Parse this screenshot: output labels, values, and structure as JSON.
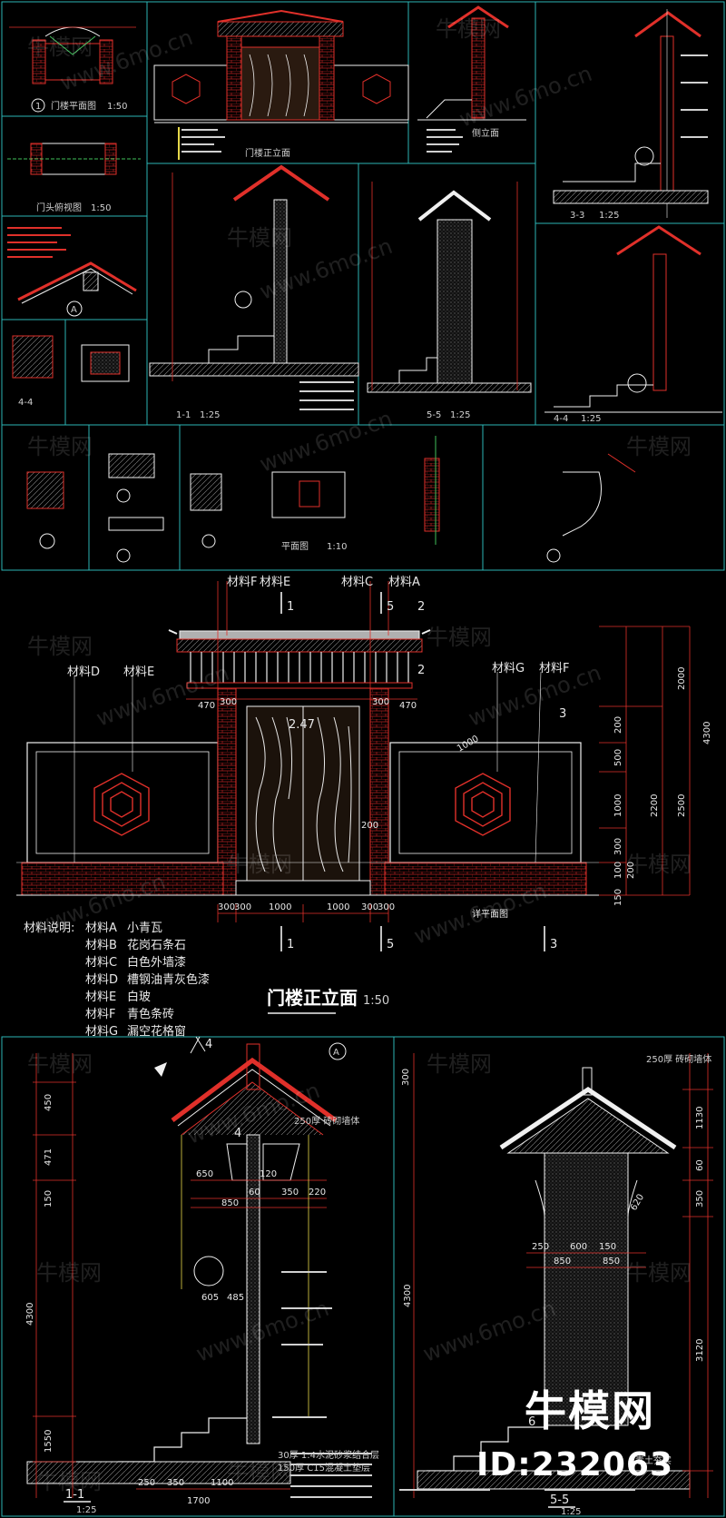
{
  "colors": {
    "background": "#000000",
    "frame": "#2bb5b5",
    "red": "#e0302a",
    "white": "#f0f0f0",
    "yellow": "#e6d84a",
    "green": "#3fbf5a",
    "brick": "#b02020"
  },
  "top_panels": {
    "p1_title": "门楼平面图",
    "p1_scale": "1:50",
    "p1_circle": "1",
    "p2_title": "门楼正立面",
    "p3_title": "侧立面",
    "p4_title": "门头俯视图",
    "p4_scale": "1:50",
    "sec33": "3-3",
    "sec33_scale": "1:25",
    "sec11": "1-1",
    "sec11_scale": "1:25",
    "sec55": "5-5",
    "sec55_scale": "1:25",
    "sec44": "4-4",
    "sec44_scale": "1:25",
    "circA": "A",
    "detail_title": "平面图",
    "detail_scale": "1:10"
  },
  "elevation": {
    "top_labels": [
      "材料F",
      "材料E",
      "材料C",
      "材料A"
    ],
    "mid_labels": [
      "材料D",
      "材料E",
      "材料G",
      "材料F"
    ],
    "markers": [
      "1",
      "5",
      "2",
      "2",
      "3"
    ],
    "dims_top": [
      "470",
      "300",
      "300",
      "470"
    ],
    "dims_bottom": [
      "300",
      "300",
      "1000",
      "1000",
      "300",
      "300"
    ],
    "dims_right": [
      "2000",
      "4300",
      "200",
      "500",
      "2200",
      "2500",
      "1000",
      "300",
      "100",
      "200",
      "150"
    ],
    "door_num": "2.47",
    "door_dim": "200",
    "window_dim": "1000",
    "bottom_markers": [
      "1",
      "5",
      "3"
    ],
    "ground_note": "详平面图",
    "material_header": "材料说明:",
    "materials": [
      {
        "key": "材料A",
        "desc": "小青瓦"
      },
      {
        "key": "材料B",
        "desc": "花岗石条石"
      },
      {
        "key": "材料C",
        "desc": "白色外墙漆"
      },
      {
        "key": "材料D",
        "desc": "槽钢油青灰色漆"
      },
      {
        "key": "材料E",
        "desc": "白玻"
      },
      {
        "key": "材料F",
        "desc": "青色条砖"
      },
      {
        "key": "材料G",
        "desc": "漏空花格窗"
      }
    ],
    "title": "门楼正立面",
    "scale": "1:50"
  },
  "section_11": {
    "title": "1-1",
    "scale": "1:25",
    "marker": "4",
    "circle": "A",
    "dims_left": [
      "450",
      "471",
      "4300",
      "150",
      "1550"
    ],
    "dims_mid": [
      "650",
      "850",
      "120",
      "60",
      "350",
      "220",
      "605",
      "485"
    ],
    "dims_bottom": [
      "250",
      "350",
      "1100",
      "1700"
    ],
    "note1": "250厚 砖砌墙体",
    "note2": "30厚 1:4水泥砂浆结合层",
    "note3": "150厚 C15混凝土垫层"
  },
  "section_55": {
    "title": "5-5",
    "scale": "1:25",
    "marker": "6",
    "dims_top": [
      "250厚 砖砌墙体"
    ],
    "dims_mid": [
      "250",
      "600",
      "150",
      "620",
      "850",
      "850"
    ],
    "dims_right": [
      "300",
      "1130",
      "60",
      "350",
      "4300",
      "3120"
    ],
    "note": "素土夯实"
  },
  "watermark": {
    "text1": "牛模网",
    "text2": "www.6mo.cn"
  },
  "brand": {
    "name": "牛模网",
    "id": "ID:232063"
  }
}
